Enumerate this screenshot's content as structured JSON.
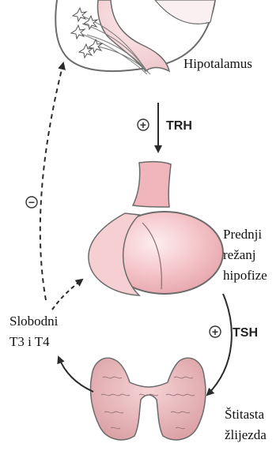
{
  "labels": {
    "hypothalamus": "Hipotalamus",
    "trh": "TRH",
    "pituitary_line1": "Prednji",
    "pituitary_line2": "režanj",
    "pituitary_line3": "hipofize",
    "tsh": "TSH",
    "hormones_line1": "Slobodni",
    "hormones_line2": "T3  i T4",
    "thyroid_line1": "Štitasta",
    "thyroid_line2": "žlijezda"
  },
  "signs": {
    "trh_sign": "+",
    "tsh_sign": "+",
    "feedback_sign": "−"
  },
  "colors": {
    "hypothalamus_fill": "#f6d6d8",
    "pituitary_fill": "#f2b9bd",
    "pituitary_highlight": "#fce6e8",
    "thyroid_fill": "#e9b9bb",
    "outline": "#6b6b6b",
    "arrow": "#2b2b2b"
  }
}
